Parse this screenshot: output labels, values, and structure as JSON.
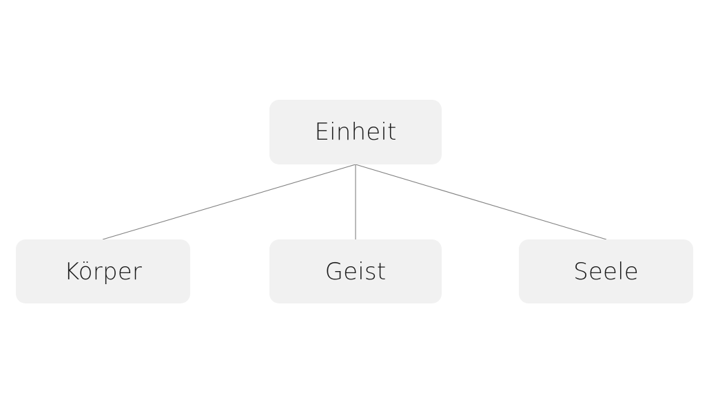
{
  "diagram": {
    "type": "tree",
    "title": "Einheit",
    "background_color": "#ffffff",
    "node_fill_color": "#F1F1F1",
    "node_text_color": "#1a1a1a",
    "connector_color": "#808080",
    "root": {
      "id": "einheit",
      "label": "Einheit"
    },
    "children": [
      {
        "id": "koerper",
        "label": "Körper"
      },
      {
        "id": "geist",
        "label": "Geist"
      },
      {
        "id": "seele",
        "label": "Seele"
      }
    ],
    "edges": [
      {
        "from": "einheit",
        "to": "koerper"
      },
      {
        "from": "einheit",
        "to": "geist"
      },
      {
        "from": "einheit",
        "to": "seele"
      }
    ]
  }
}
